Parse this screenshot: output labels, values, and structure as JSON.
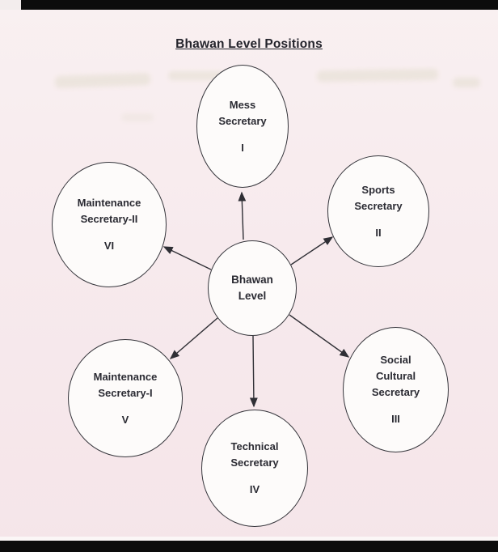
{
  "page": {
    "title": "Bhawan Level Positions",
    "paper_color": "#f7eaed",
    "ink_color": "#2b2b33"
  },
  "diagram": {
    "center": {
      "lines": [
        "Bhawan",
        "Level"
      ]
    },
    "nodes": [
      {
        "id": "mess-secretary",
        "lines": [
          "Mess",
          "Secretary"
        ],
        "numeral": "I"
      },
      {
        "id": "sports-secretary",
        "lines": [
          "Sports",
          "Secretary"
        ],
        "numeral": "II"
      },
      {
        "id": "social-cultural-secretary",
        "lines": [
          "Social",
          "Cultural",
          "Secretary"
        ],
        "numeral": "III"
      },
      {
        "id": "technical-secretary",
        "lines": [
          "Technical",
          "Secretary"
        ],
        "numeral": "IV"
      },
      {
        "id": "maintenance-secretary-1",
        "lines": [
          "Maintenance",
          "Secretary-I"
        ],
        "numeral": "V"
      },
      {
        "id": "maintenance-secretary-2",
        "lines": [
          "Maintenance",
          "Secretary-II"
        ],
        "numeral": "VI"
      }
    ]
  }
}
